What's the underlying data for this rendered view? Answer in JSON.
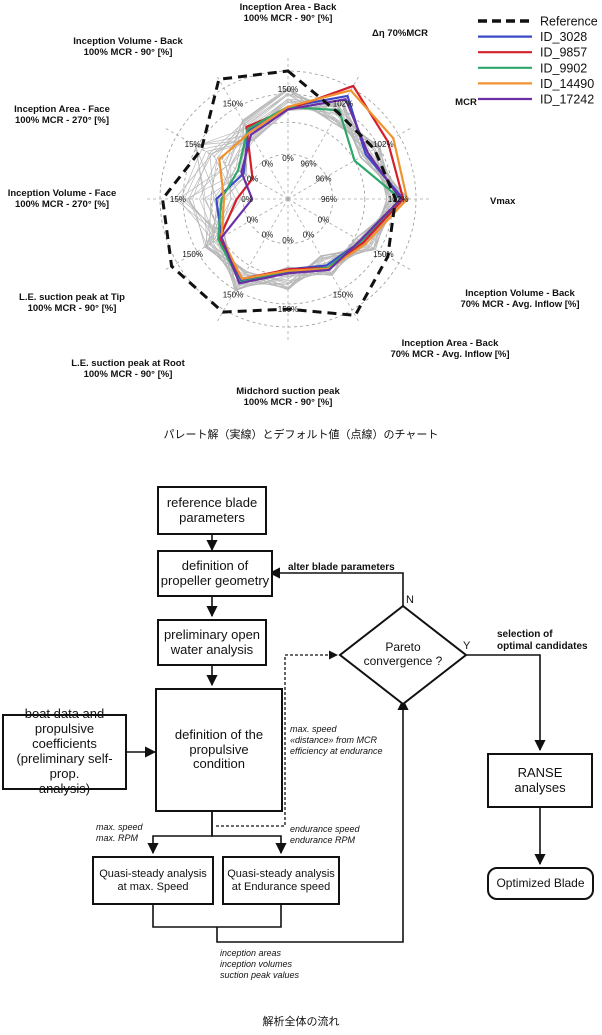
{
  "radar": {
    "rings": [
      "96%",
      "102%",
      "15%",
      "150%",
      "0%"
    ],
    "axes": [
      {
        "name": "Inception Area - Back",
        "sub": "100% MCR - 90° [%]",
        "tick_outer": "150%",
        "tick_inner": "0%"
      },
      {
        "name": "Δη 70%MCR",
        "sub": "",
        "tick_outer": "102%",
        "tick_inner": "96%"
      },
      {
        "name": "MCR",
        "sub": "",
        "tick_outer": "102%",
        "tick_inner": "96%"
      },
      {
        "name": "Vmax",
        "sub": "",
        "tick_outer": "102%",
        "tick_inner": "96%"
      },
      {
        "name": "Inception Volume - Back",
        "sub": "70% MCR - Avg. Inflow [%]",
        "tick_outer": "150%",
        "tick_inner": "0%"
      },
      {
        "name": "Inception Area - Back",
        "sub": "70% MCR - Avg. Inflow [%]",
        "tick_outer": "150%",
        "tick_inner": "0%"
      },
      {
        "name": "Midchord suction peak",
        "sub": "100% MCR - 90° [%]",
        "tick_outer": "150%",
        "tick_inner": "0%"
      },
      {
        "name": "L.E. suction peak at Root",
        "sub": "100% MCR - 90° [%]",
        "tick_outer": "150%",
        "tick_inner": "0%"
      },
      {
        "name": "L.E. suction peak at Tip",
        "sub": "100% MCR - 90° [%]",
        "tick_outer": "150%",
        "tick_inner": "0%"
      },
      {
        "name": "Inception Volume - Face",
        "sub": "100% MCR - 270° [%]",
        "tick_outer": "15%",
        "tick_inner": "0%"
      },
      {
        "name": "Inception Area - Face",
        "sub": "100% MCR - 270° [%]",
        "tick_outer": "15%",
        "tick_inner": "0%"
      },
      {
        "name": "Inception Volume - Back",
        "sub": "100% MCR - 90° [%]",
        "tick_outer": "150%",
        "tick_inner": "0%"
      }
    ],
    "legend": [
      {
        "label": "Reference",
        "color": "#111111",
        "dashed": true
      },
      {
        "label": "ID_3028",
        "color": "#3b49c8"
      },
      {
        "label": "ID_9857",
        "color": "#d21f2a"
      },
      {
        "label": "ID_9902",
        "color": "#2ea86a"
      },
      {
        "label": "ID_14490",
        "color": "#f0922e"
      },
      {
        "label": "ID_17242",
        "color": "#6a2fa6"
      }
    ],
    "caption": "パレート解（実線）とデフォルト値（点線）のチャート"
  },
  "flow": {
    "boxes": {
      "reference": "reference blade\nparameters",
      "geometry": "definition of\npropeller geometry",
      "openwater": "preliminary open\nwater analysis",
      "propulsive": "definition of the\npropulsive\ncondition",
      "boatdata": "boat data and\npropulsive coefficients\n(preliminary self-prop.\nanalysis)",
      "qs_max": "Quasi-steady analysis\nat max. Speed",
      "qs_end": "Quasi-steady analysis\nat Endurance speed",
      "pareto": "Pareto\nconvergence ?",
      "ranse": "RANSE\nanalyses",
      "optimized": "Optimized Blade"
    },
    "labels": {
      "alter": "alter blade parameters",
      "n": "N",
      "y": "Y",
      "selection": "selection of\noptimal candidates",
      "maxspeed_dist": "max. speed\n«distance» from MCR\nefficiency at endurance",
      "max_rpm": "max. speed\nmax. RPM",
      "end_rpm": "endurance speed\nendurance RPM",
      "outputs": "inception areas\ninception volumes\nsuction peak values"
    },
    "caption": "解析全体の流れ"
  }
}
